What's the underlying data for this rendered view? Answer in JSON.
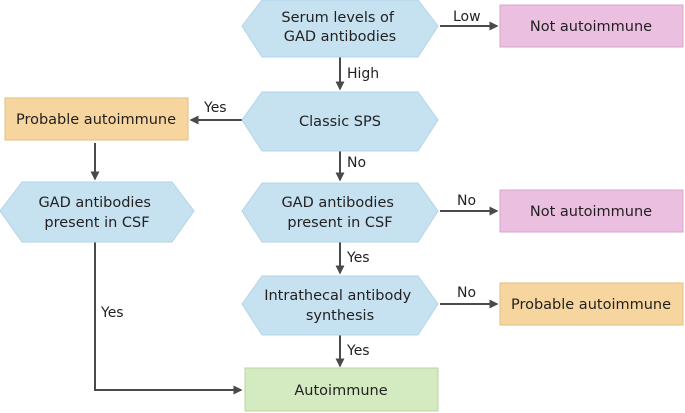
{
  "nodes": {
    "serum_levels": [
      "Serum levels of",
      "GAD antibodies"
    ],
    "not_autoimmune_top": [
      "Not autoimmune"
    ],
    "classic_sps": [
      "Classic SPS"
    ],
    "probable_autoimmune_left": [
      "Probable autoimmune"
    ],
    "gad_csf_left": [
      "GAD antibodies",
      "present in CSF"
    ],
    "gad_csf_center": [
      "GAD antibodies",
      "present in CSF"
    ],
    "not_autoimmune_mid": [
      "Not autoimmune"
    ],
    "intrathecal": [
      "Intrathecal antibody",
      "synthesis"
    ],
    "probable_autoimmune_right": [
      "Probable autoimmune"
    ],
    "autoimmune": [
      "Autoimmune"
    ]
  },
  "edges": {
    "low": "Low",
    "high": "High",
    "yes_classic": "Yes",
    "no_classic": "No",
    "no_csf": "No",
    "yes_csf": "Yes",
    "no_intrathecal": "No",
    "yes_intrathecal": "Yes",
    "yes_left_csf": "Yes"
  },
  "colors": {
    "decision_fill": "#c6e2f1",
    "not_autoimmune_fill": "#ebbfe0",
    "probable_autoimmune_fill": "#f6d69e",
    "autoimmune_fill": "#d4eac0",
    "arrow": "#4a4a4a"
  }
}
